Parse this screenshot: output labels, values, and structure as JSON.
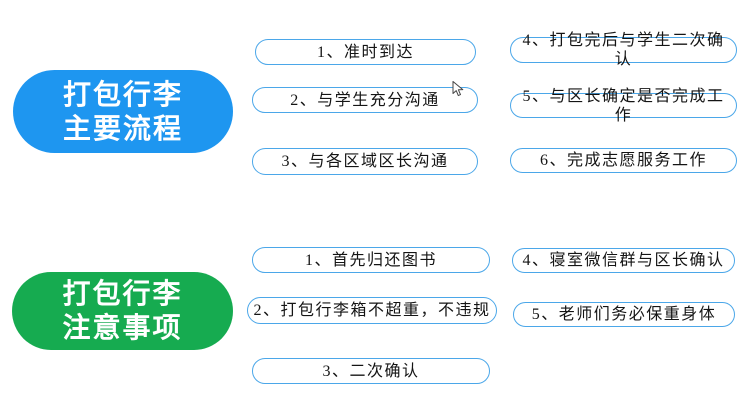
{
  "canvas": {
    "background": "#ffffff"
  },
  "colors": {
    "process_fill": "#1E96F0",
    "notes_fill": "#16AB50",
    "pill_border": "#4BA7E9",
    "pill_background": "#ffffff",
    "pill_text": "#141414",
    "stadium_text": "#ffffff"
  },
  "process_section": {
    "title_line1": "打包行李",
    "title_line2": "主要流程",
    "items": [
      {
        "label": "1、准时到达"
      },
      {
        "label": "2、与学生充分沟通"
      },
      {
        "label": "3、与各区域区长沟通"
      },
      {
        "label": "4、打包完后与学生二次确认"
      },
      {
        "label": "5、与区长确定是否完成工作"
      },
      {
        "label": "6、完成志愿服务工作"
      }
    ]
  },
  "notes_section": {
    "title_line1": "打包行李",
    "title_line2": "注意事项",
    "items": [
      {
        "label": "1、首先归还图书"
      },
      {
        "label": "2、打包行李箱不超重，不违规"
      },
      {
        "label": "3、二次确认"
      },
      {
        "label": "4、寝室微信群与区长确认"
      },
      {
        "label": "5、老师们务必保重身体"
      }
    ]
  },
  "cursor": {
    "icon": "mouse-pointer-icon"
  }
}
